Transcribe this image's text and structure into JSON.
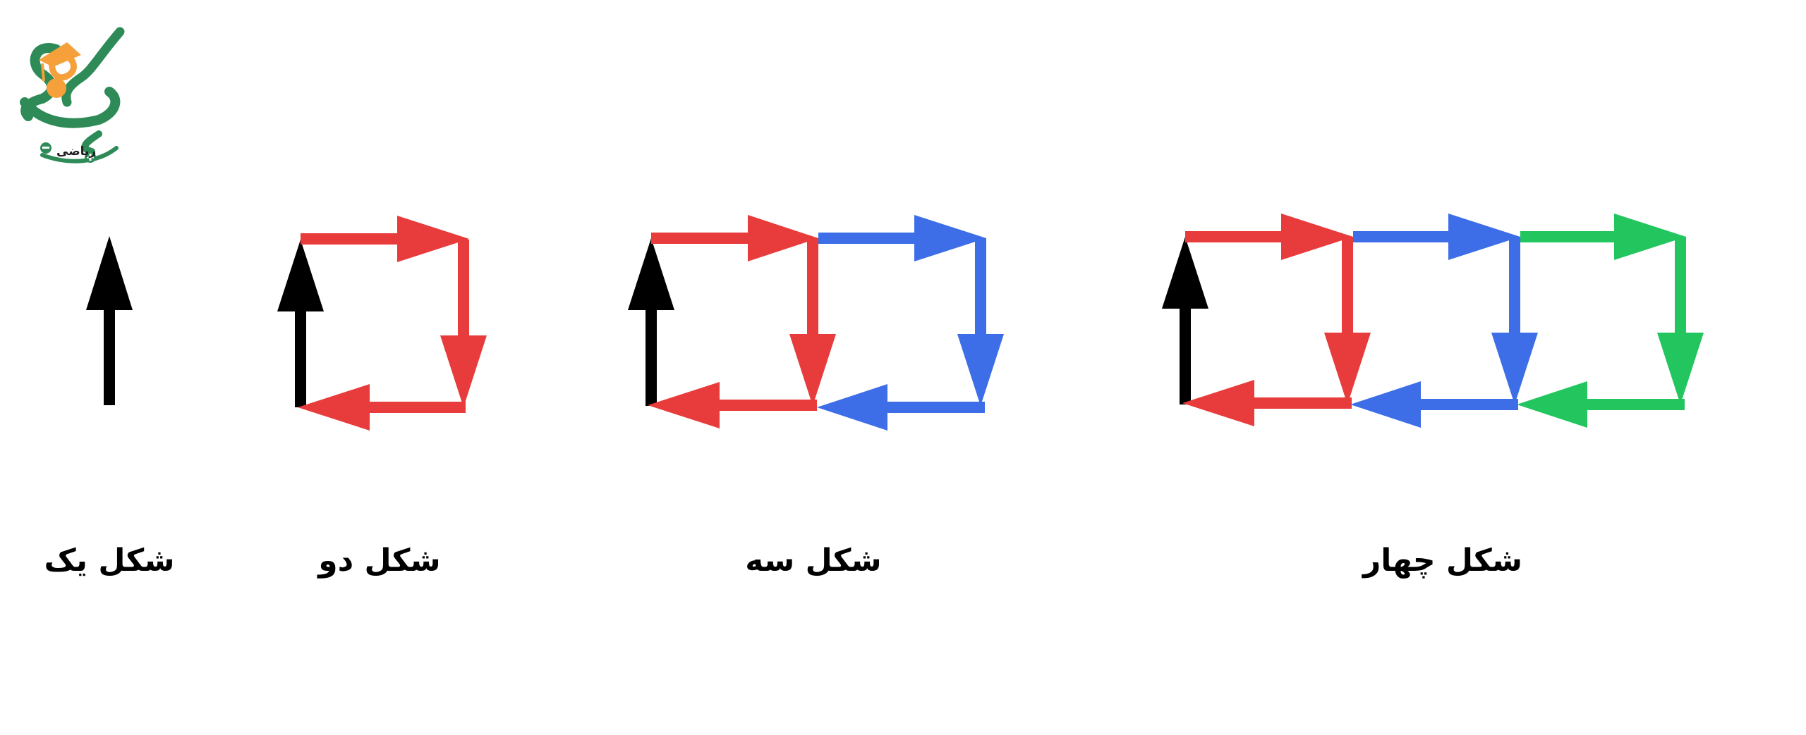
{
  "logo": {
    "text": "ریاضی",
    "colors": {
      "green": "#2e8b57",
      "orange": "#f5a03a"
    }
  },
  "colors": {
    "black": "#000000",
    "red": "#e83b3b",
    "blue": "#3d6ee8",
    "green": "#22c55e"
  },
  "figures": [
    {
      "label": "شکل یک"
    },
    {
      "label": "شکل دو"
    },
    {
      "label": "شکل سه"
    },
    {
      "label": "شکل چهار"
    }
  ]
}
